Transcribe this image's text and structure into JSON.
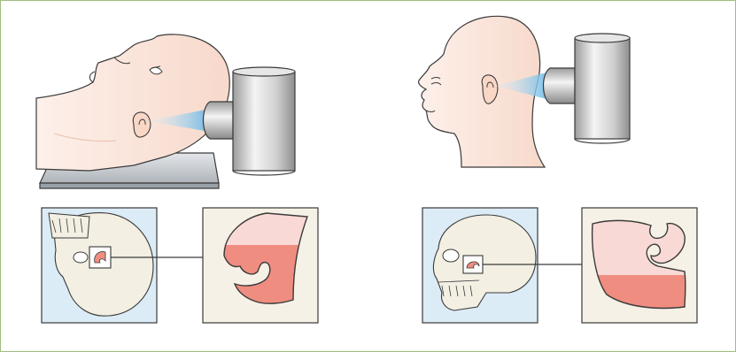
{
  "colors": {
    "frame_border": "#9dbf7e",
    "skin": "#fbe6dc",
    "skin_shadow": "#f2cfc0",
    "outline": "#3a3a3a",
    "beam": "#9fd3ee",
    "device_body": "#d6d6d6",
    "panel_blue": "#dcecf6",
    "panel_cream": "#f6f1e6",
    "bone": "#f3efe3",
    "roi_light": "#f9d9d6",
    "roi_dark": "#ef8d80",
    "table_gray": "#cfd3d6"
  },
  "scenes": [
    {
      "name": "lateral-supine-head-exposure",
      "icons": [
        "supine-head-icon",
        "x-ray-tube-icon",
        "x-ray-beam-icon",
        "head-support-table-icon"
      ]
    },
    {
      "name": "profile-head-exposure",
      "icons": [
        "profile-head-icon",
        "x-ray-tube-icon",
        "x-ray-beam-icon"
      ]
    }
  ],
  "detail_panels": [
    {
      "name": "rotated-skull-view",
      "icons": [
        "skull-icon",
        "tmj-region-icon"
      ]
    },
    {
      "name": "rotated-condyle-magnified",
      "icons": [
        "condyle-shape-icon"
      ]
    },
    {
      "name": "lateral-skull-view",
      "icons": [
        "skull-icon",
        "tmj-region-icon"
      ]
    },
    {
      "name": "lateral-condyle-magnified",
      "icons": [
        "condyle-shape-icon"
      ]
    }
  ]
}
